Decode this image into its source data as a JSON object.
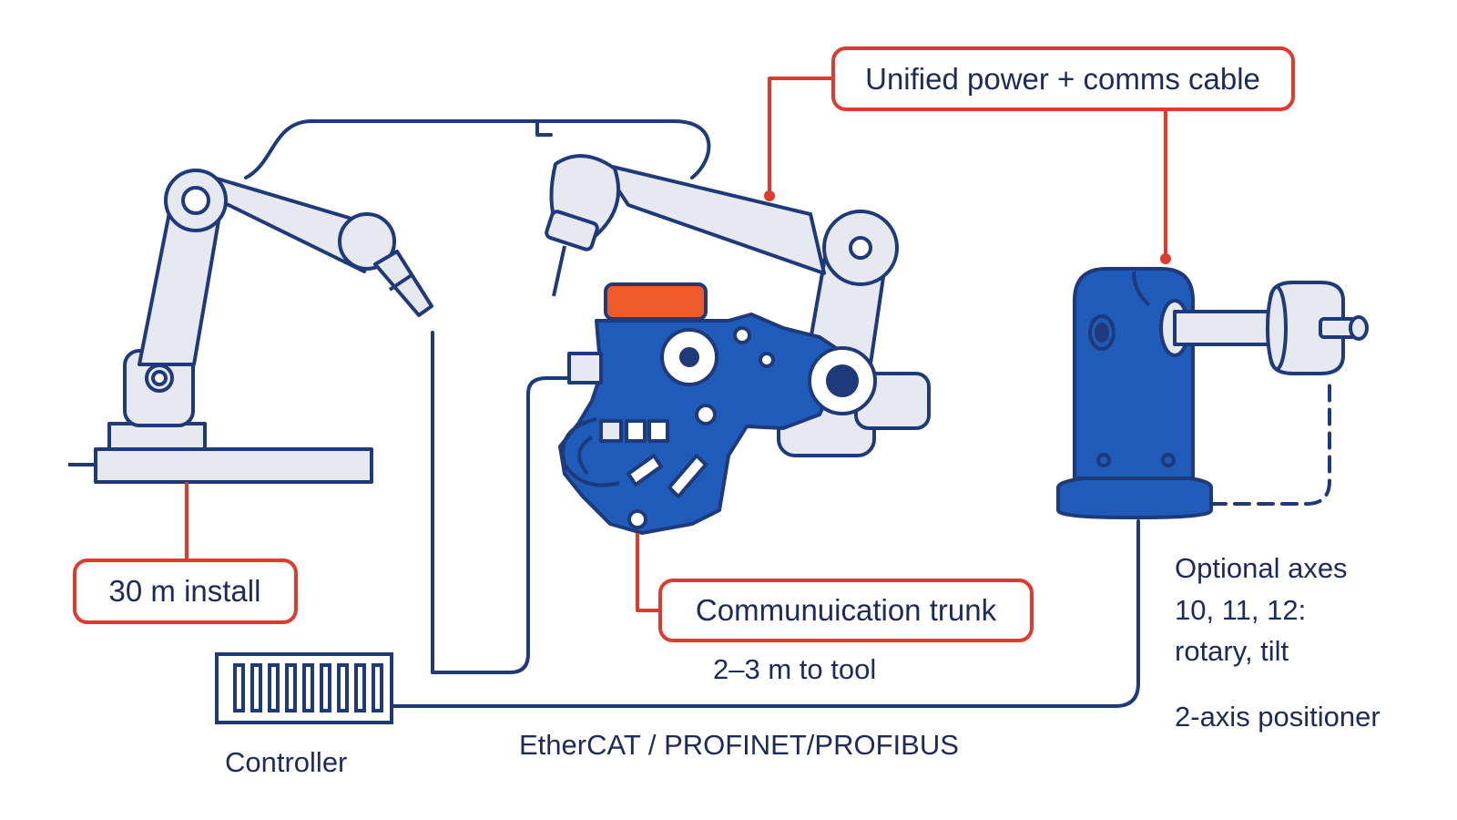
{
  "labels": {
    "unified_cable": "Unified power + comms cable",
    "install": "30 m install",
    "comm_trunk": "Communuication trunk",
    "tool_distance": "2–3 m to tool",
    "controller": "Controller",
    "fieldbus": "EtherCAT / PROFINET/PROFIBUS",
    "optional_axes_line1": "Optional axes",
    "optional_axes_line2": "10, 11, 12:",
    "optional_axes_line3": "rotary, tilt",
    "positioner": "2-axis positioner"
  },
  "colors": {
    "outline": "#1f3a7a",
    "arm_fill": "#e6e9ef",
    "tool_blue": "#1f5bb8",
    "callout_red": "#e03a2f",
    "tool_cap_orange": "#ef5a2a",
    "text": "#1d2a5c"
  },
  "icons": {
    "left_robot": "industrial-robot-arm-icon",
    "right_robot": "industrial-robot-arm-icon",
    "tool": "welding-tool-head-icon",
    "positioner": "rotary-positioner-icon",
    "controller": "controller-cabinet-icon"
  }
}
